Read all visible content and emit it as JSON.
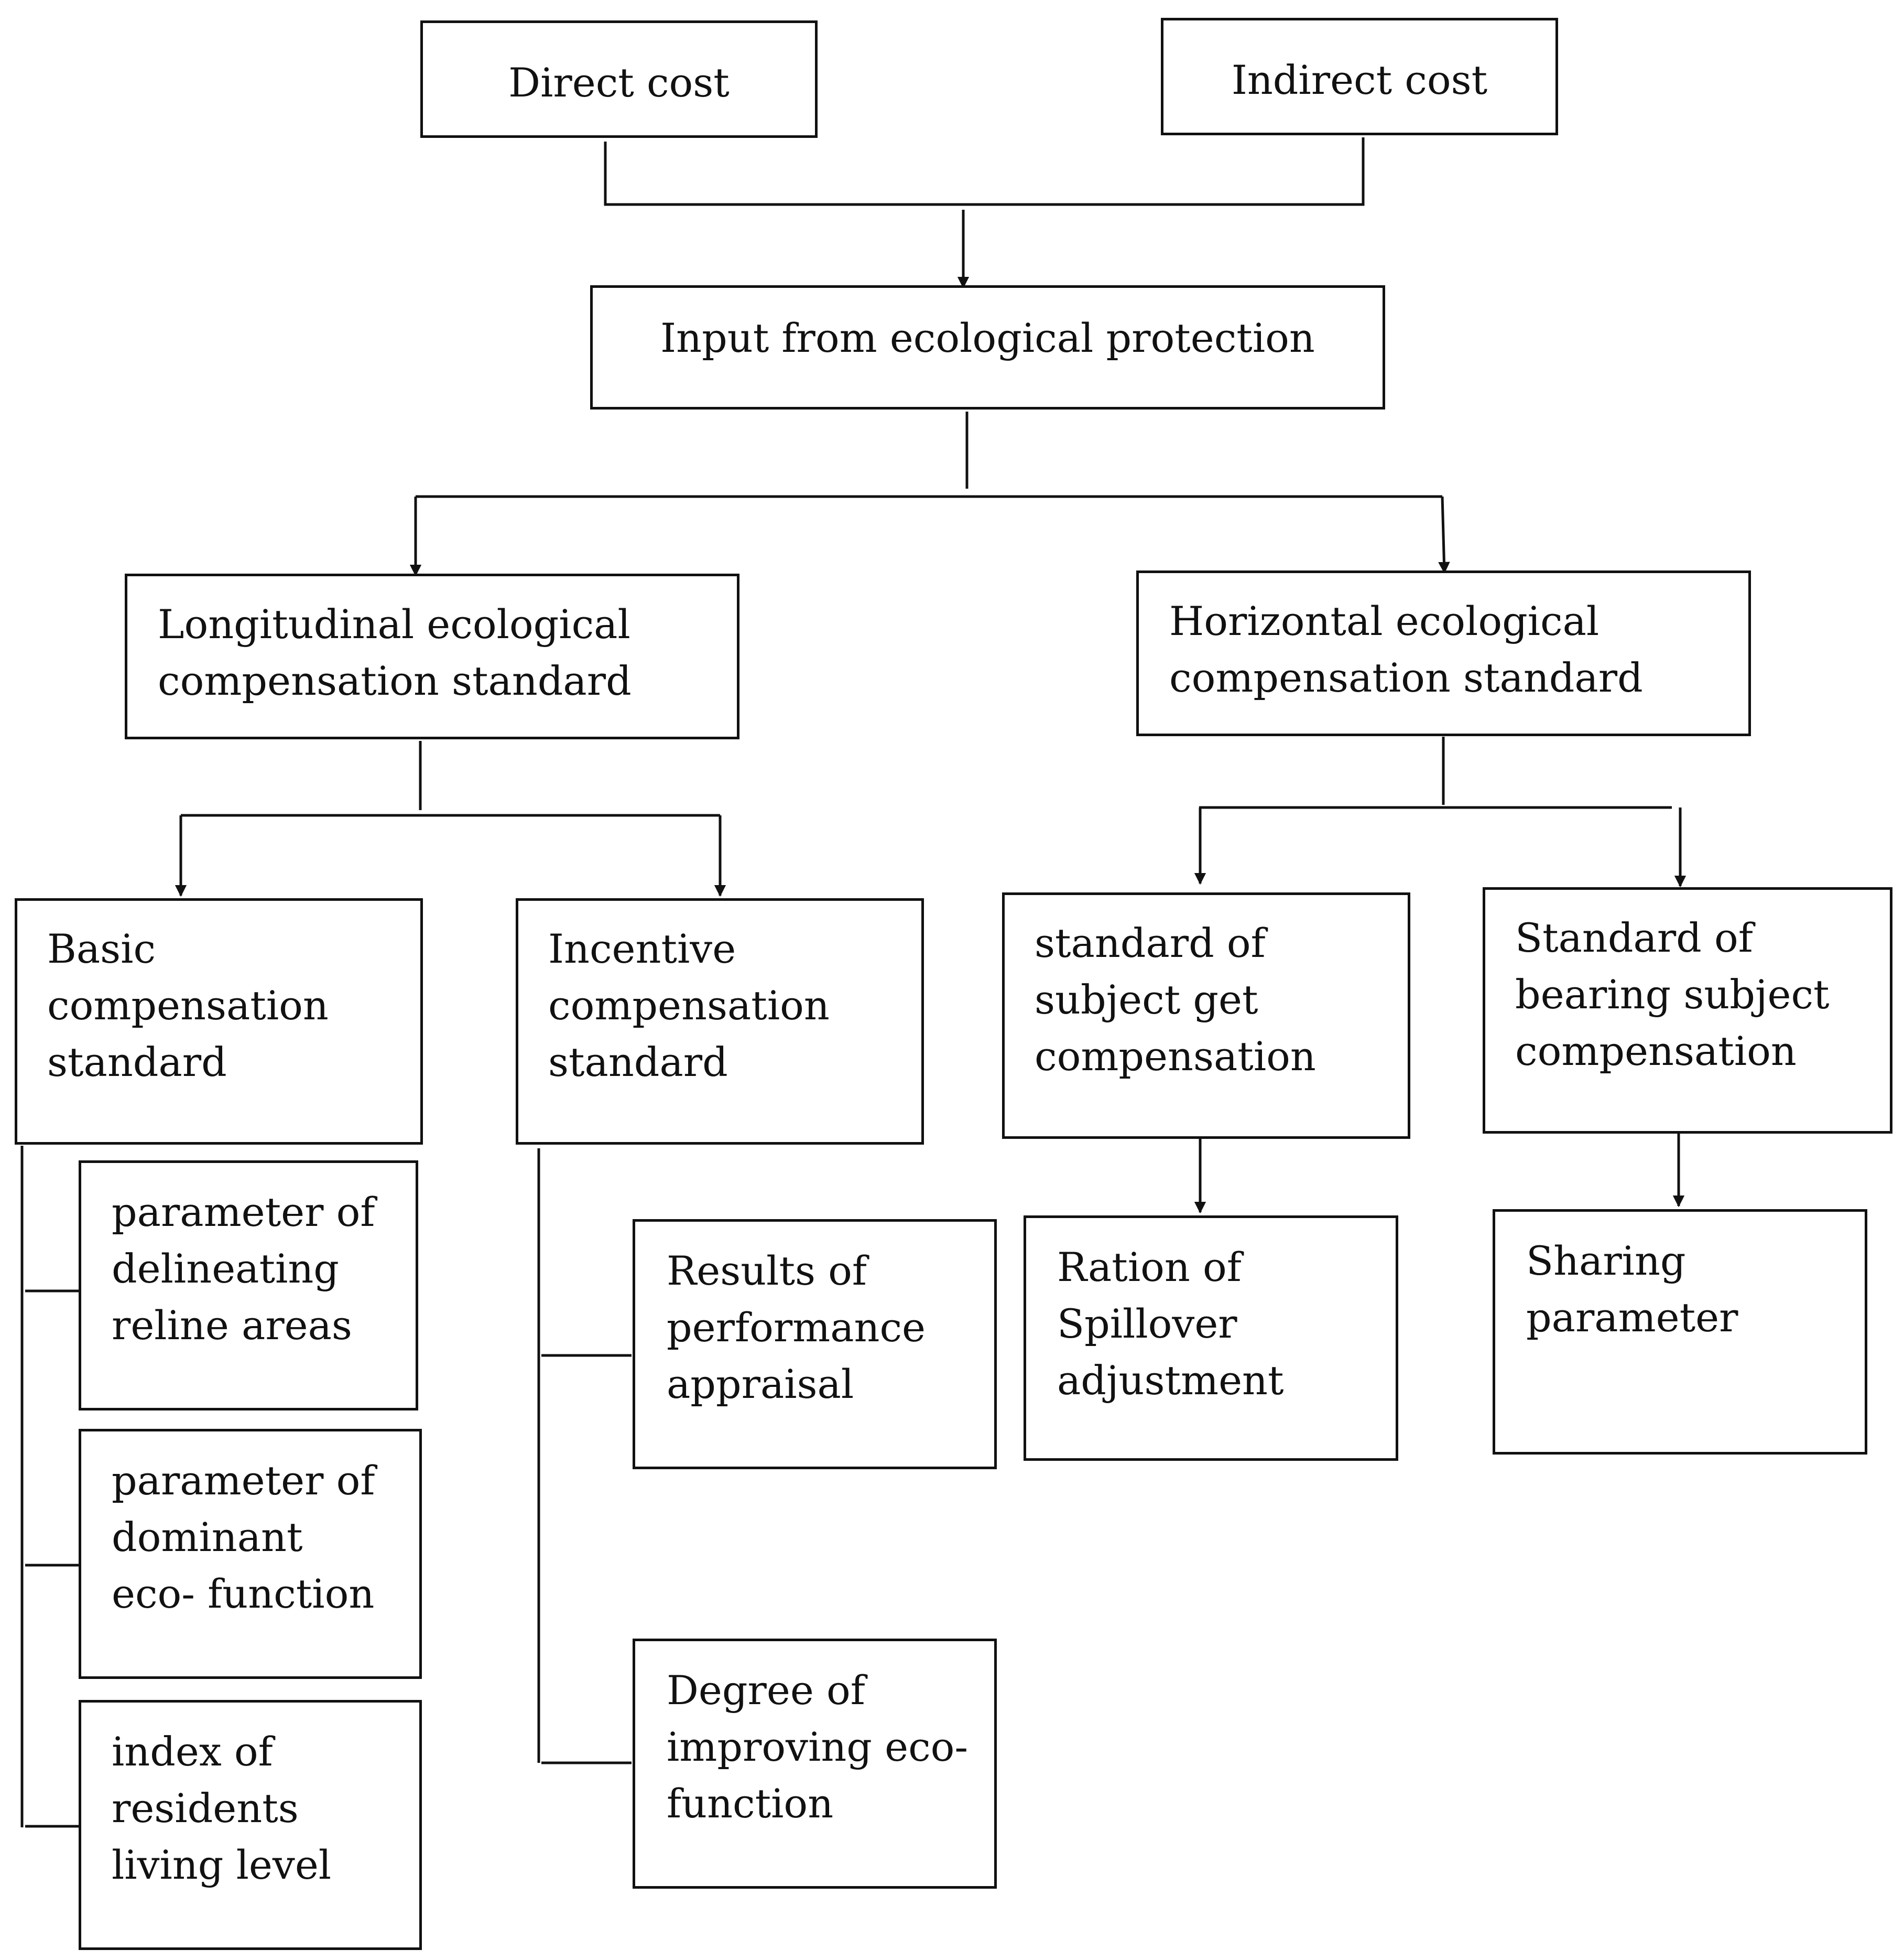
{
  "nodes": {
    "direct_cost": "Direct cost",
    "indirect_cost": "Indirect cost",
    "input": "Input from ecological protection",
    "longitudinal": "Longitudinal ecological\ncompensation standard",
    "horizontal": "Horizontal ecological\ncompensation standard",
    "basic": "Basic\ncompensation\nstandard",
    "incentive": "Incentive\ncompensation\nstandard",
    "subject_get": "standard of\nsubject get\ncompensation",
    "bearing_subject": "Standard of\nbearing subject\ncompensation",
    "delineating": "parameter of\ndelineating\nreline areas",
    "dominant": "parameter of\ndominant\neco- function",
    "residents": "index of\nresidents\nliving level",
    "performance": "Results of\nperformance\nappraisal",
    "improving": "Degree of\nimproving eco-\nfunction",
    "spillover": "Ration of\nSpillover\nadjustment",
    "sharing": "Sharing\nparameter"
  },
  "colors": {
    "stroke": "#111111",
    "background": "#ffffff"
  }
}
